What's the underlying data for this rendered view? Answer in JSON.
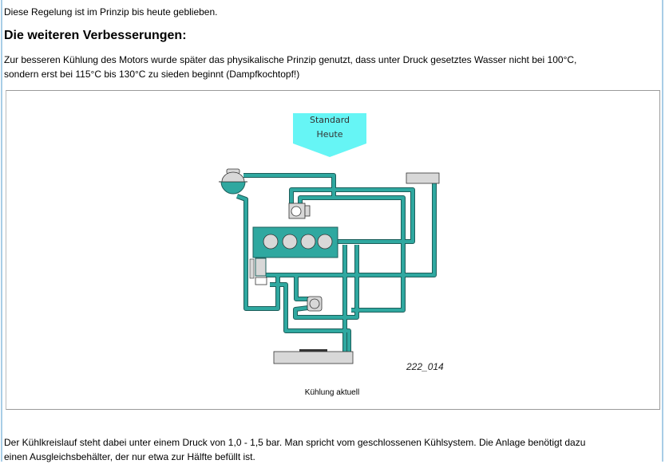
{
  "text": {
    "intro": "Diese Regelung ist im Prinzip bis heute geblieben.",
    "heading": "Die weiteren Verbesserungen:",
    "para1_line1": "Zur besseren Kühlung des Motors wurde später das physikalische Prinzip genutzt, dass unter Druck gesetztes Wasser nicht bei 100°C,",
    "para1_line2": "sondern erst bei 115°C bis 130°C zu sieden beginnt (Dampfkochtopf!)",
    "para2_line1": "Der Kühlkreislauf steht dabei unter einem Druck von 1,0 - 1,5 bar. Man spricht vom geschlossenen Kühlsystem. Die Anlage benötigt dazu",
    "para2_line2": "einen Ausgleichsbehälter, der nur etwa zur Hälfte befüllt ist."
  },
  "figure": {
    "banner_line1": "Standard",
    "banner_line2": "Heute",
    "code": "222_014",
    "caption": "Kühlung aktuell"
  },
  "colors": {
    "coolant": "#2fa8a0",
    "outline": "#1d5e5a",
    "banner": "#66f5f5",
    "parts": "#d8d8d8"
  }
}
